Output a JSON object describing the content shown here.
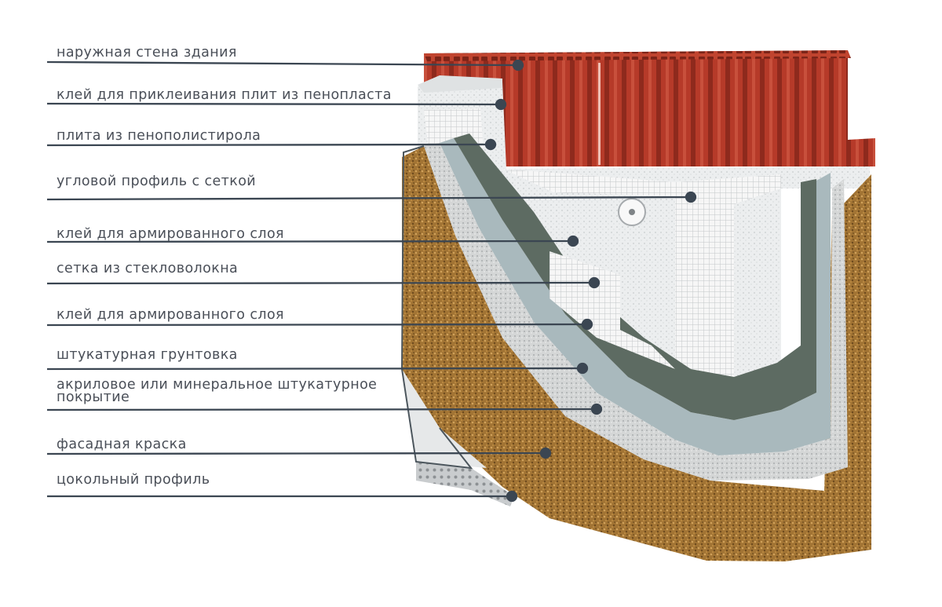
{
  "diagram": {
    "colors": {
      "brick": "#b83a2a",
      "foam": "#eceeef",
      "glue": "#5d6b62",
      "mesh": "#f7f7f7",
      "primer": "#a9b9bd",
      "plaster": "#a87a36",
      "line": "#3b4652"
    },
    "labels": [
      {
        "id": "outer-wall",
        "text": "наружная стена здания"
      },
      {
        "id": "foam-glue",
        "text": "клей для приклеивания плит из пенопласта"
      },
      {
        "id": "eps-board",
        "text": "плита из пенополистирола"
      },
      {
        "id": "corner-profile",
        "text": "угловой профиль с сеткой"
      },
      {
        "id": "reinf-glue-1",
        "text": "клей для армированного слоя"
      },
      {
        "id": "fiberglass-mesh",
        "text": "сетка из стекловолокна"
      },
      {
        "id": "reinf-glue-2",
        "text": "клей для армированного слоя"
      },
      {
        "id": "plaster-primer",
        "text": "штукатурная грунтовка"
      },
      {
        "id": "plaster-coating",
        "text": "акриловое или минеральное штукатурное",
        "text2": "покрытие"
      },
      {
        "id": "facade-paint",
        "text": "фасадная краска"
      },
      {
        "id": "plinth-profile",
        "text": "цокольный профиль"
      }
    ]
  }
}
